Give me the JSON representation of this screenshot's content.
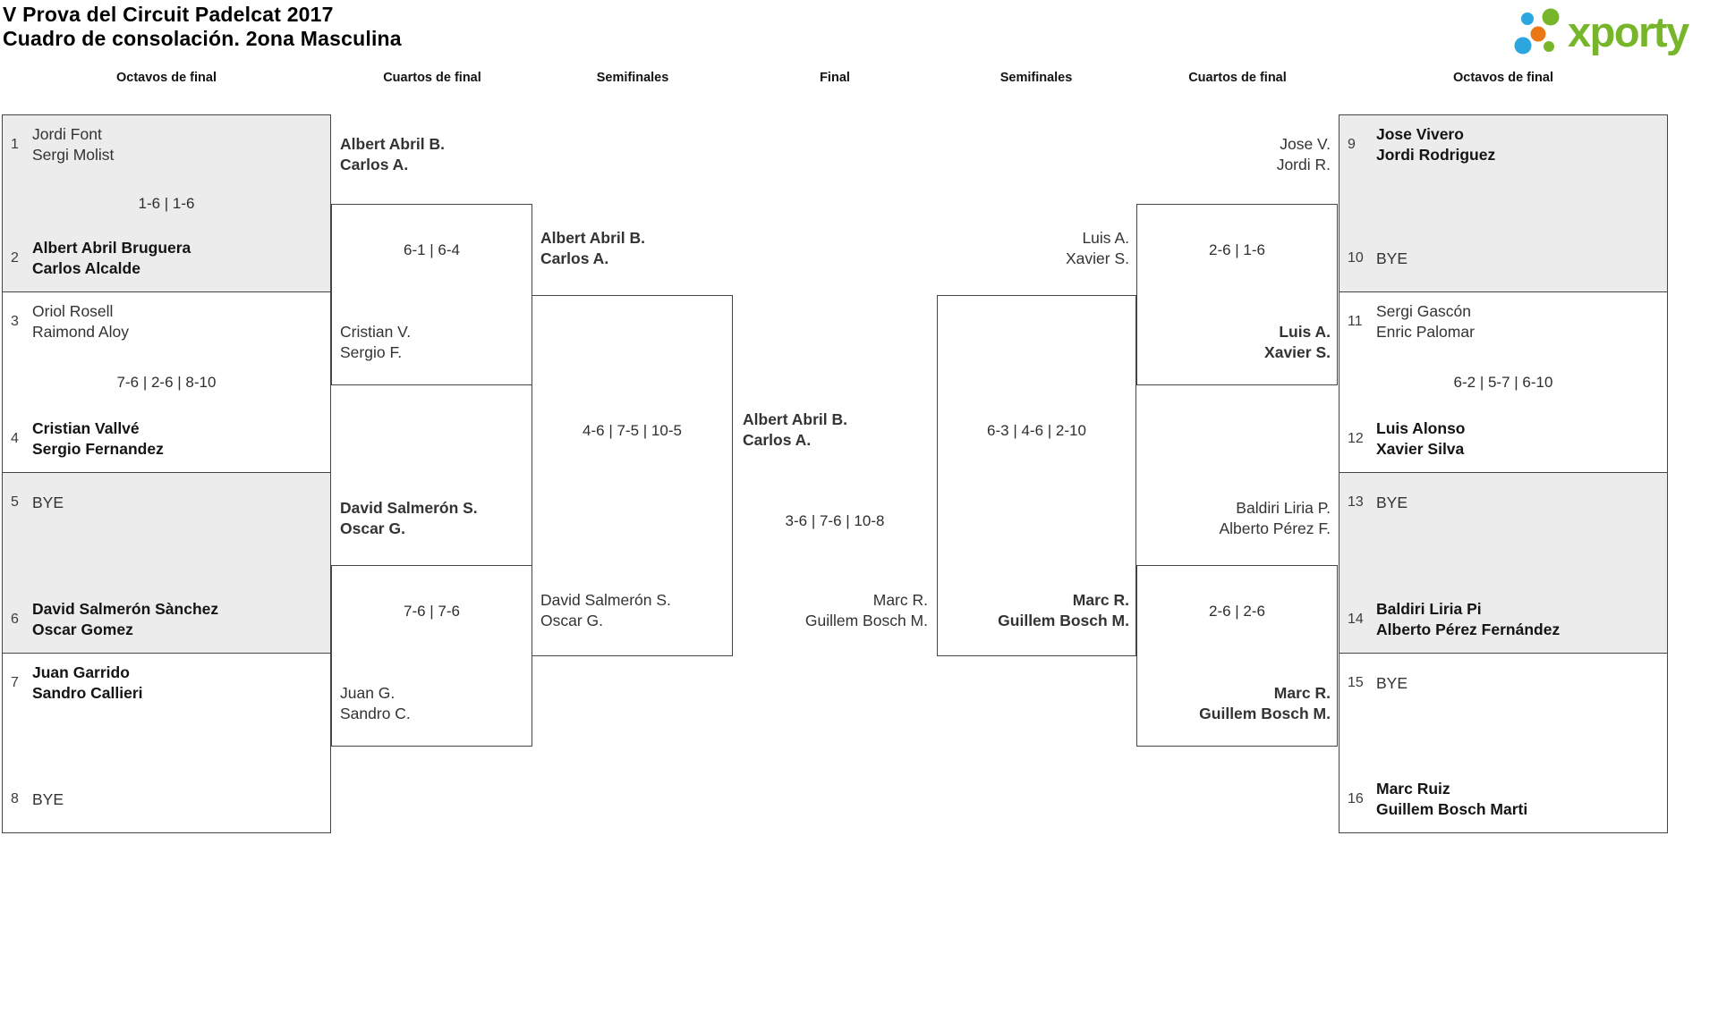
{
  "title": {
    "line1": "V Prova del Circuit Padelcat 2017",
    "line2": "Cuadro de consolación. 2ona Masculina"
  },
  "logo": {
    "text": "xporty"
  },
  "colors": {
    "logo_green": "#77b62a",
    "logo_blue": "#2ba6df",
    "logo_orange": "#e97714",
    "box_border": "#454545",
    "box_grey_fill": "#ececec"
  },
  "rounds": [
    "Octavos de final",
    "Cuartos de final",
    "Semifinales",
    "Final",
    "Semifinales",
    "Cuartos de final",
    "Octavos de final"
  ],
  "oct_left": [
    {
      "seed1": "1",
      "p1a": "Jordi Font",
      "p1b": "Sergi Molist",
      "score": "1-6 | 1-6",
      "seed2": "2",
      "p2a": "Albert Abril Bruguera",
      "p2b": "Carlos Alcalde"
    },
    {
      "seed1": "3",
      "p1a": "Oriol Rosell",
      "p1b": "Raimond Aloy",
      "score": "7-6 | 2-6 | 8-10",
      "seed2": "4",
      "p2a": "Cristian Vallvé",
      "p2b": "Sergio Fernandez"
    },
    {
      "seed1": "5",
      "p1a": "BYE",
      "p1b": "",
      "score": "",
      "seed2": "6",
      "p2a": "David Salmerón Sànchez",
      "p2b": "Oscar Gomez"
    },
    {
      "seed1": "7",
      "p1a": "Juan Garrido",
      "p1b": "Sandro Callieri",
      "score": "",
      "seed2": "8",
      "p2a": "BYE",
      "p2b": ""
    }
  ],
  "oct_right": [
    {
      "seed1": "9",
      "p1a": "Jose Vivero",
      "p1b": "Jordi Rodriguez",
      "score": "",
      "seed2": "10",
      "p2a": "BYE",
      "p2b": ""
    },
    {
      "seed1": "11",
      "p1a": "Sergi Gascón",
      "p1b": "Enric Palomar",
      "score": "6-2 | 5-7 | 6-10",
      "seed2": "12",
      "p2a": "Luis Alonso",
      "p2b": "Xavier Silva"
    },
    {
      "seed1": "13",
      "p1a": "BYE",
      "p1b": "",
      "score": "",
      "seed2": "14",
      "p2a": "Baldiri Liria Pi",
      "p2b": "Alberto Pérez Fernández"
    },
    {
      "seed1": "15",
      "p1a": "BYE",
      "p1b": "",
      "score": "",
      "seed2": "16",
      "p2a": "Marc Ruiz",
      "p2b": "Guillem Bosch Marti"
    }
  ],
  "qf_left": [
    {
      "p1a": "Albert Abril B.",
      "p1b": "Carlos A.",
      "score": "6-1 | 6-4",
      "p2a": "Cristian V.",
      "p2b": "Sergio F."
    },
    {
      "p1a": "David Salmerón S.",
      "p1b": "Oscar G.",
      "score": "7-6 | 7-6",
      "p2a": "Juan G.",
      "p2b": "Sandro C."
    }
  ],
  "qf_right": [
    {
      "p1a": "Jose V.",
      "p1b": "Jordi R.",
      "score": "2-6 | 1-6",
      "p2a": "Luis A.",
      "p2b": "Xavier S."
    },
    {
      "p1a": "Baldiri Liria P.",
      "p1b": "Alberto Pérez F.",
      "score": "2-6 | 2-6",
      "p2a": "Marc R.",
      "p2b": "Guillem Bosch M."
    }
  ],
  "sf_left": {
    "p1a": "Albert Abril B.",
    "p1b": "Carlos A.",
    "score": "4-6 | 7-5 | 10-5",
    "p2a": "David Salmerón S.",
    "p2b": "Oscar G."
  },
  "sf_right": {
    "p1a": "Luis A.",
    "p1b": "Xavier S.",
    "score": "6-3 | 4-6 | 2-10",
    "p2a": "Marc R.",
    "p2b": "Guillem Bosch M."
  },
  "final": {
    "p1a": "Albert Abril B.",
    "p1b": "Carlos A.",
    "score": "3-6 | 7-6 | 10-8",
    "p2a": "Marc R.",
    "p2b": "Guillem Bosch M."
  }
}
